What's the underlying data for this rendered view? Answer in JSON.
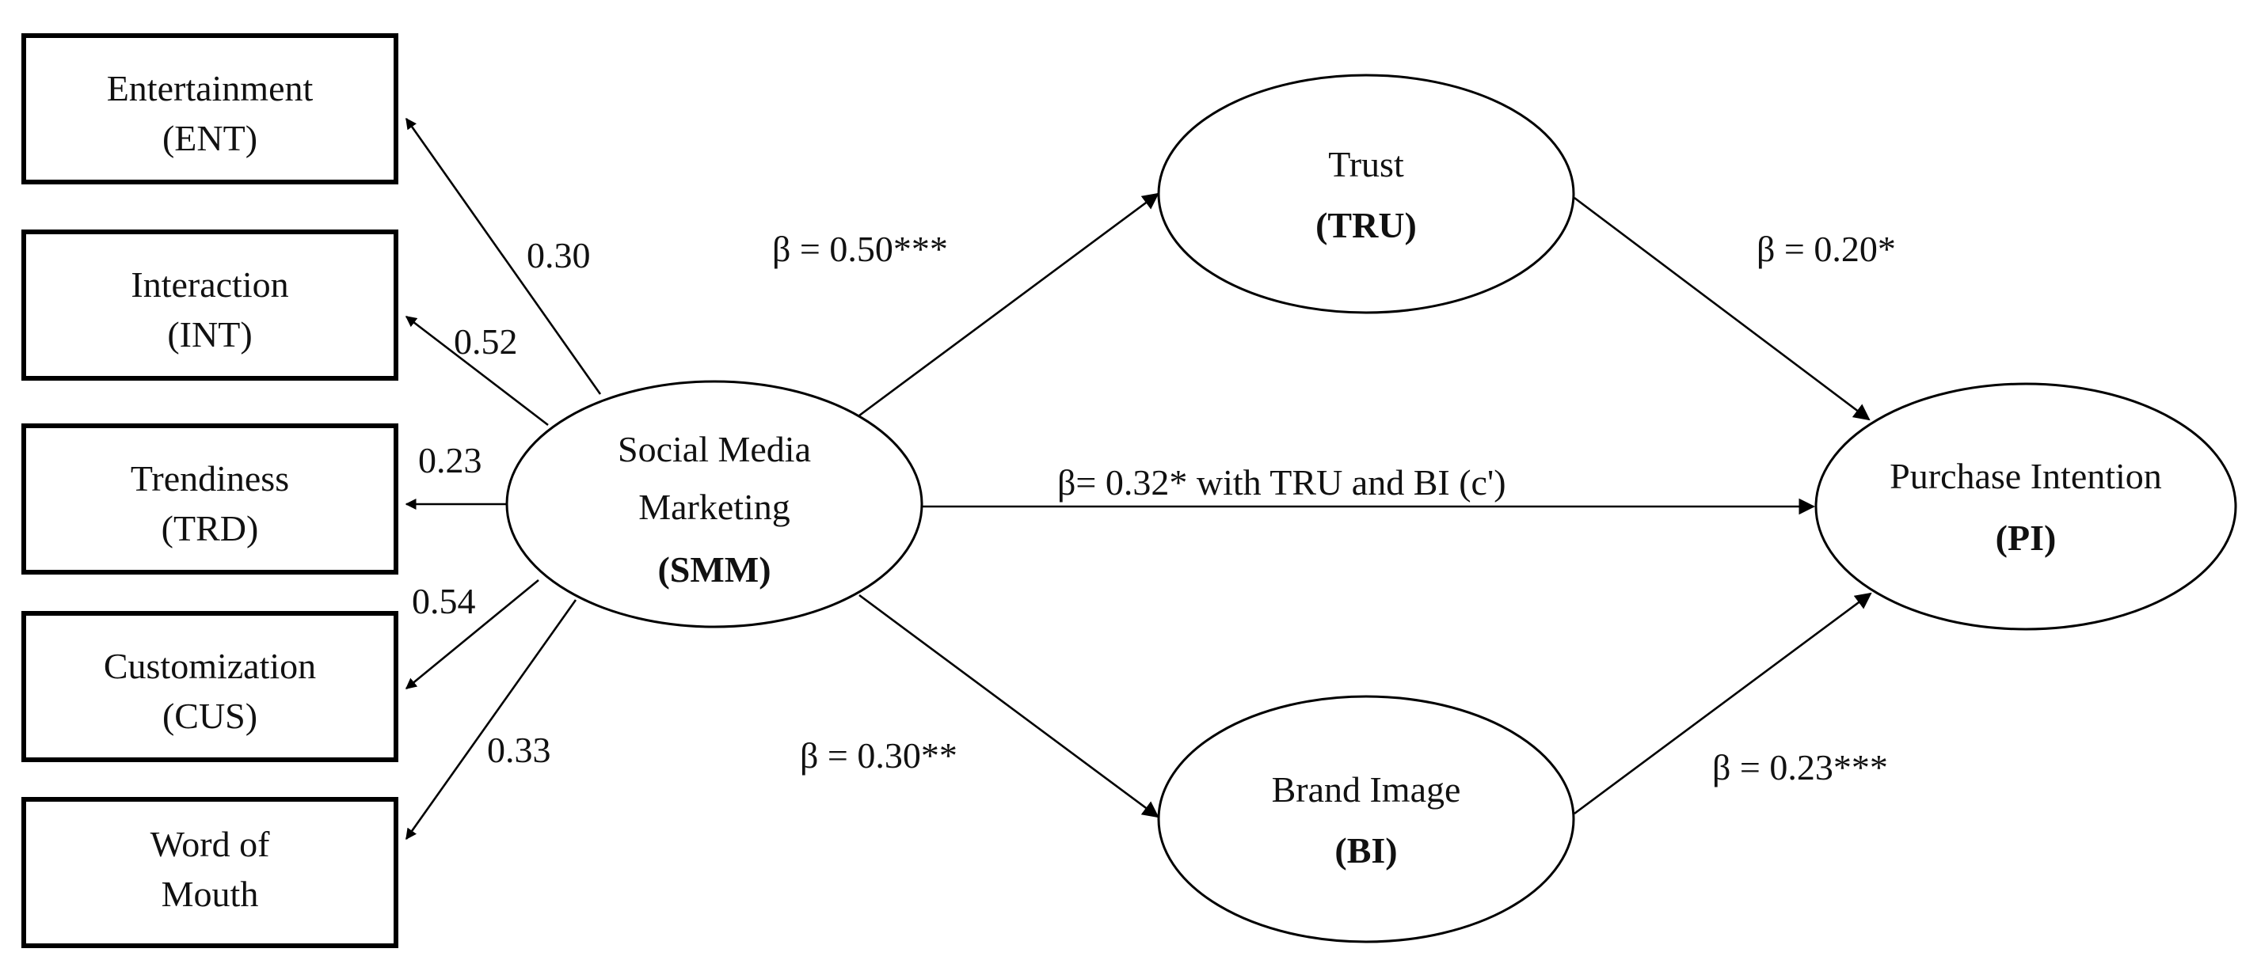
{
  "indicators": [
    {
      "line1": "Entertainment",
      "line2": "(ENT)",
      "loading": "0.30"
    },
    {
      "line1": "Interaction",
      "line2": "(INT)",
      "loading": "0.52"
    },
    {
      "line1": "Trendiness",
      "line2": "(TRD)",
      "loading": "0.23"
    },
    {
      "line1": "Customization",
      "line2": "(CUS)",
      "loading": "0.54"
    },
    {
      "line1": "Word of",
      "line2": "Mouth",
      "loading": "0.33"
    }
  ],
  "nodes": {
    "smm": {
      "line1": "Social Media",
      "line2": "Marketing",
      "line3": "(SMM)"
    },
    "trust": {
      "line1": "Trust",
      "line2": "(TRU)"
    },
    "brand_image": {
      "line1": "Brand Image",
      "line2": "(BI)"
    },
    "pi": {
      "line1": "Purchase Intention",
      "line2": "(PI)"
    }
  },
  "paths": {
    "smm_tru": "β = 0.50***",
    "tru_pi": "β = 0.20*",
    "smm_pi_direct": "β= 0.32* with TRU and BI (c')",
    "smm_bi": "β = 0.30**",
    "bi_pi": "β = 0.23***"
  }
}
